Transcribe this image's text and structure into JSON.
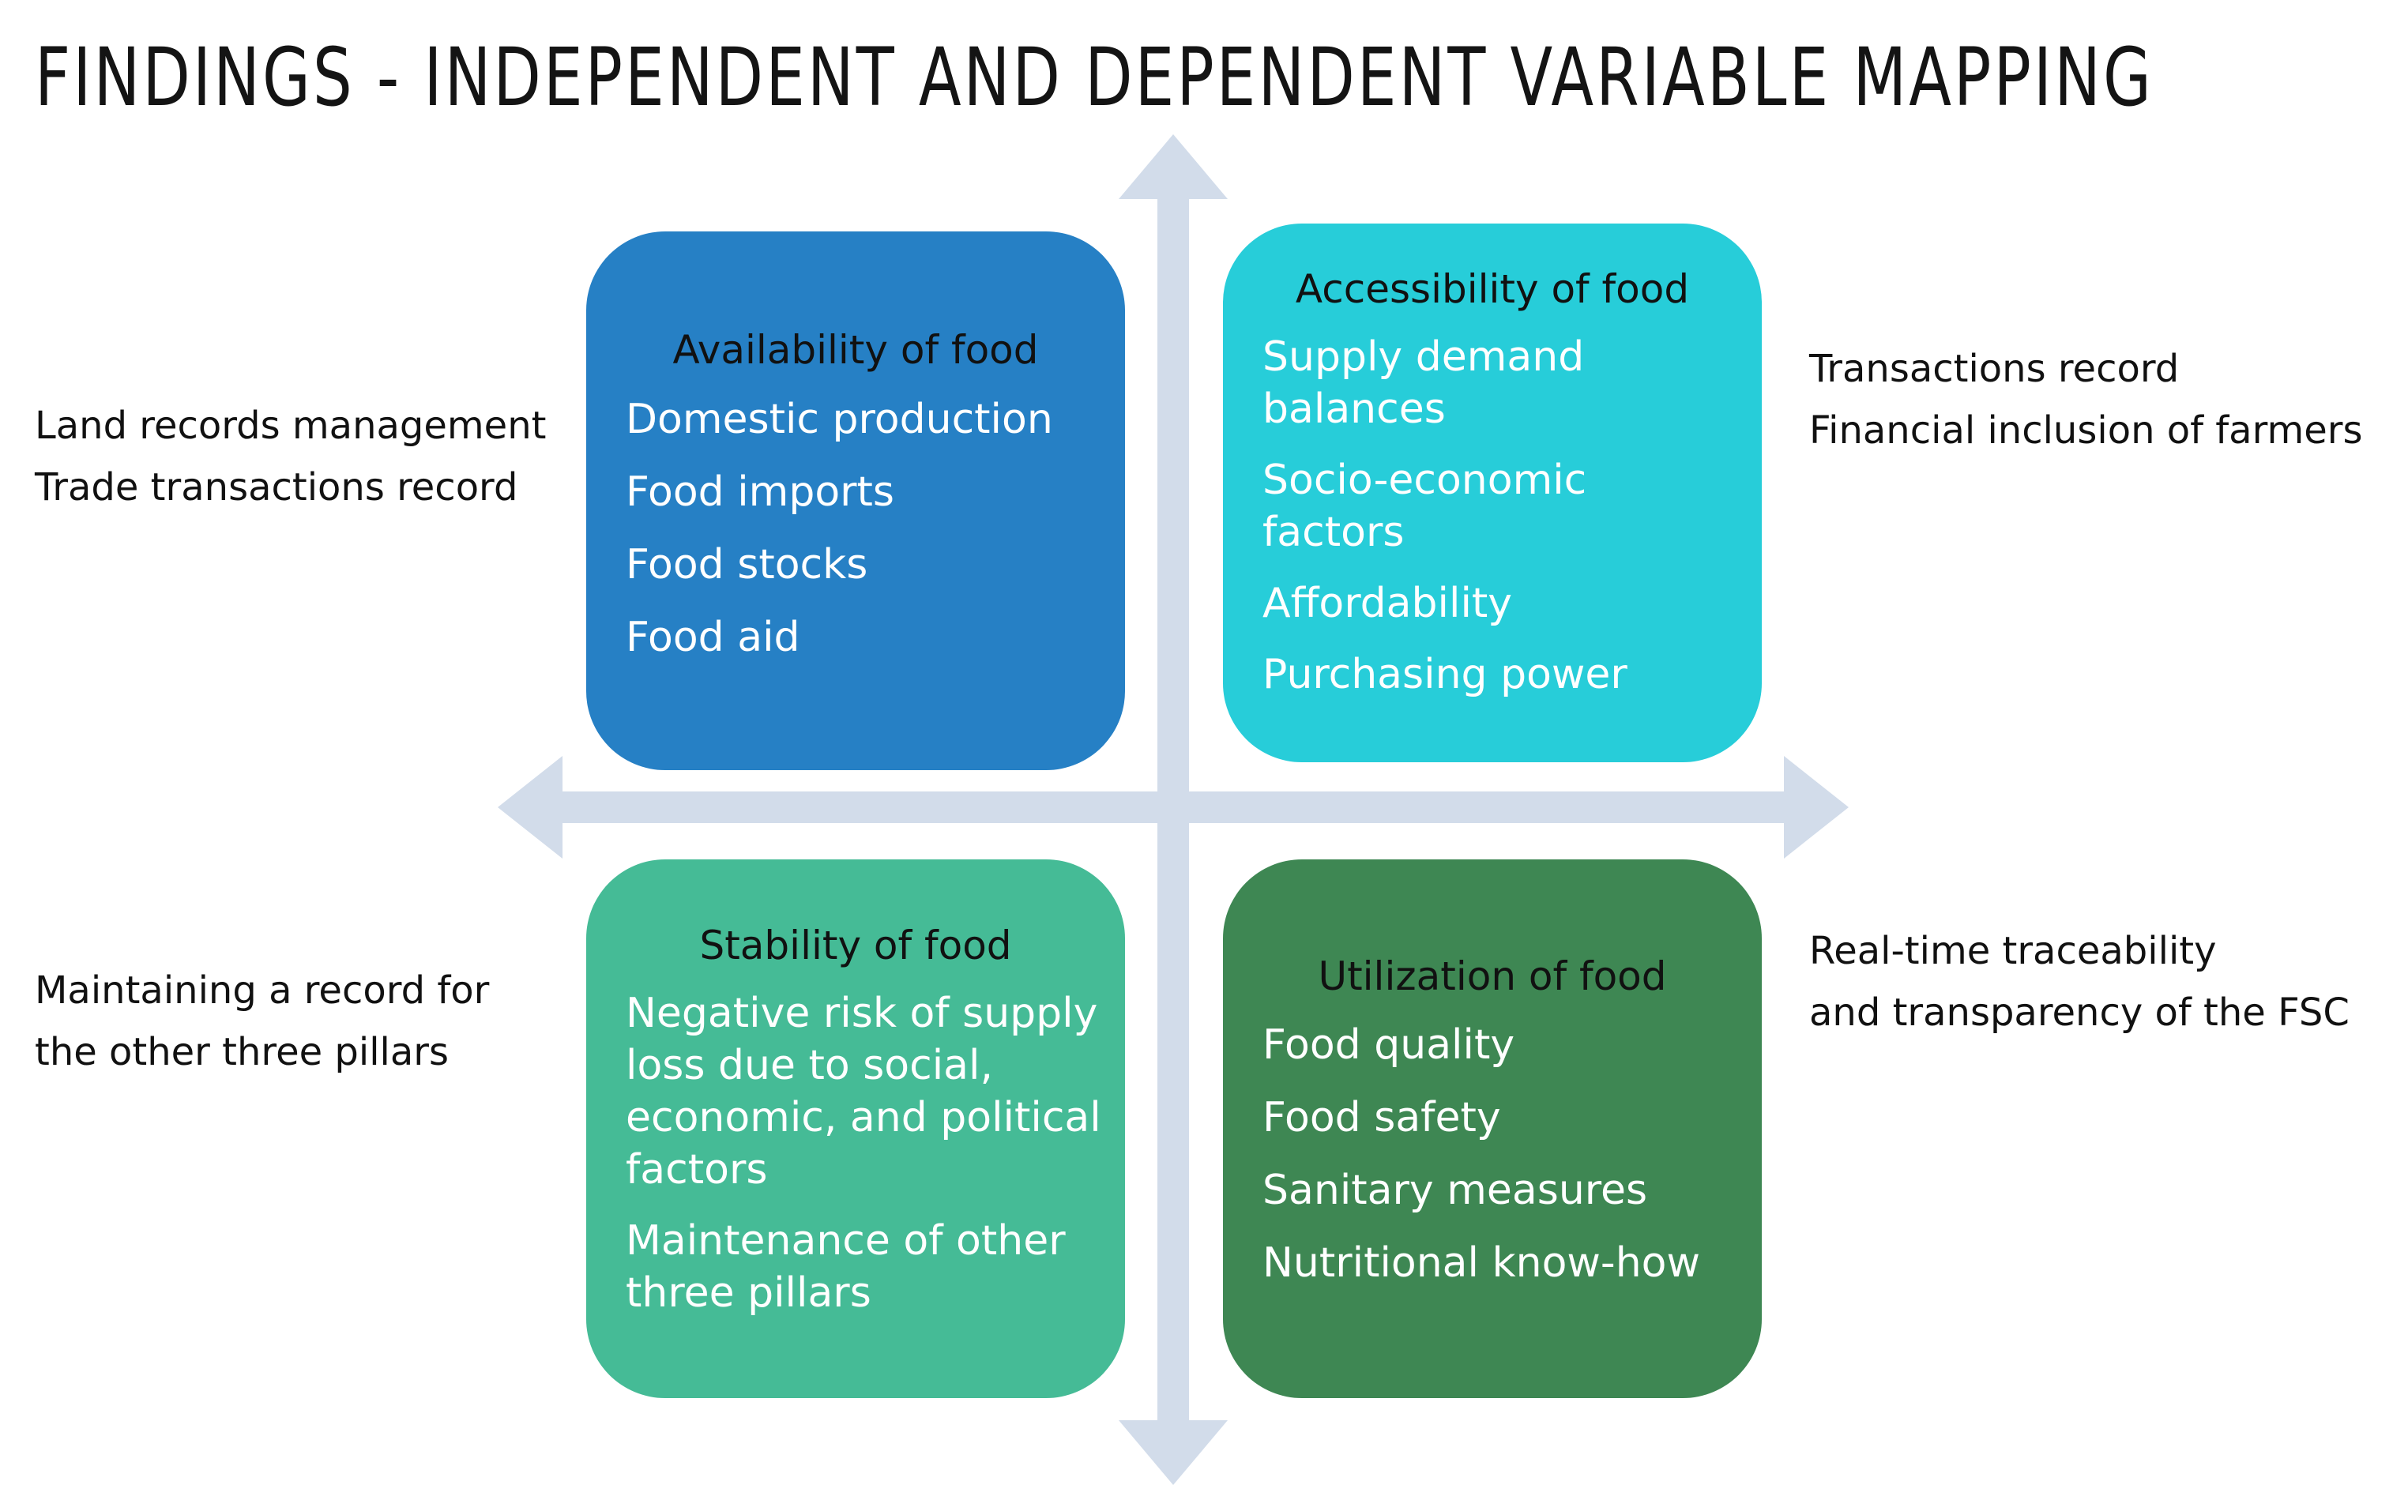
{
  "title": "FINDINGS - INDEPENDENT AND DEPENDENT VARIABLE MAPPING",
  "colors": {
    "axis": "#d2dcea",
    "availability": "#2680c5",
    "accessibility": "#27cdd9",
    "stability": "#45bb96",
    "utilization": "#3e8753"
  },
  "quadrants": {
    "availability": {
      "heading": "Availability of food",
      "items": [
        "Domestic production",
        "Food imports",
        "Food stocks",
        "Food aid"
      ]
    },
    "accessibility": {
      "heading": "Accessibility of food",
      "items": [
        "Supply demand balances",
        "Socio-economic factors",
        "Affordability",
        "Purchasing power"
      ]
    },
    "stability": {
      "heading": "Stability of food",
      "items": [
        "Negative risk of supply loss due to social, economic, and political factors",
        "Maintenance of other three pillars"
      ]
    },
    "utilization": {
      "heading": "Utilization of food",
      "items": [
        "Food quality",
        "Food safety",
        "Sanitary measures",
        "Nutritional know-how"
      ]
    }
  },
  "side_notes": {
    "top_left": [
      "Land records management",
      "Trade transactions record"
    ],
    "top_right": [
      "Transactions record",
      "Financial inclusion of farmers"
    ],
    "bottom_left": [
      "Maintaining a record for",
      "the other three pillars"
    ],
    "bottom_right": [
      "Real-time traceability",
      "and transparency of the FSC"
    ]
  }
}
